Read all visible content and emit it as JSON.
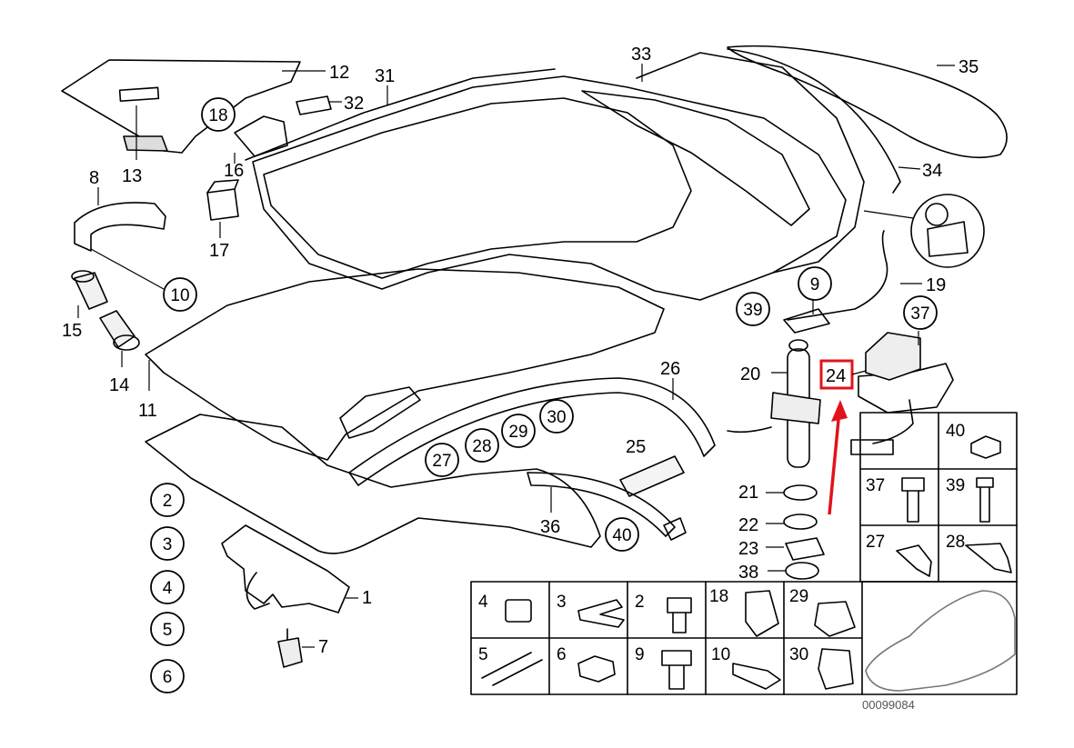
{
  "diagram": {
    "catalog_number": "00099084",
    "callouts": [
      {
        "id": "c1",
        "label": "1"
      },
      {
        "id": "c7",
        "label": "7"
      },
      {
        "id": "c8",
        "label": "8"
      },
      {
        "id": "c11",
        "label": "11"
      },
      {
        "id": "c12",
        "label": "12"
      },
      {
        "id": "c13",
        "label": "13"
      },
      {
        "id": "c14",
        "label": "14"
      },
      {
        "id": "c15",
        "label": "15"
      },
      {
        "id": "c16",
        "label": "16"
      },
      {
        "id": "c17",
        "label": "17"
      },
      {
        "id": "c19",
        "label": "19"
      },
      {
        "id": "c20",
        "label": "20"
      },
      {
        "id": "c21",
        "label": "21"
      },
      {
        "id": "c22",
        "label": "22"
      },
      {
        "id": "c23",
        "label": "23"
      },
      {
        "id": "c25",
        "label": "25"
      },
      {
        "id": "c26",
        "label": "26"
      },
      {
        "id": "c31",
        "label": "31"
      },
      {
        "id": "c32",
        "label": "32"
      },
      {
        "id": "c33",
        "label": "33"
      },
      {
        "id": "c34",
        "label": "34"
      },
      {
        "id": "c35",
        "label": "35"
      },
      {
        "id": "c36",
        "label": "36"
      },
      {
        "id": "c38",
        "label": "38"
      }
    ],
    "circled": [
      {
        "id": "o18",
        "label": "18"
      },
      {
        "id": "o10",
        "label": "10"
      },
      {
        "id": "o9",
        "label": "9"
      },
      {
        "id": "o39",
        "label": "39"
      },
      {
        "id": "o37",
        "label": "37"
      },
      {
        "id": "o27",
        "label": "27"
      },
      {
        "id": "o28",
        "label": "28"
      },
      {
        "id": "o29",
        "label": "29"
      },
      {
        "id": "o30",
        "label": "30"
      },
      {
        "id": "o40",
        "label": "40"
      },
      {
        "id": "o2",
        "label": "2"
      },
      {
        "id": "o3",
        "label": "3"
      },
      {
        "id": "o4",
        "label": "4"
      },
      {
        "id": "o5",
        "label": "5"
      },
      {
        "id": "o6",
        "label": "6"
      }
    ],
    "highlighted_callout": {
      "label": "24",
      "box_color": "#e0141b",
      "arrow_color": "#e0141b"
    },
    "grid_right": [
      {
        "id": "g40",
        "label": "40"
      },
      {
        "id": "g37",
        "label": "37"
      },
      {
        "id": "g39",
        "label": "39"
      },
      {
        "id": "g27",
        "label": "27"
      },
      {
        "id": "g28",
        "label": "28"
      }
    ],
    "grid_bottom": [
      {
        "id": "b4",
        "label": "4"
      },
      {
        "id": "b3",
        "label": "3"
      },
      {
        "id": "b2",
        "label": "2"
      },
      {
        "id": "b18",
        "label": "18"
      },
      {
        "id": "b29",
        "label": "29"
      },
      {
        "id": "b5",
        "label": "5"
      },
      {
        "id": "b6",
        "label": "6"
      },
      {
        "id": "b9",
        "label": "9"
      },
      {
        "id": "b10",
        "label": "10"
      },
      {
        "id": "b30",
        "label": "30"
      }
    ]
  }
}
